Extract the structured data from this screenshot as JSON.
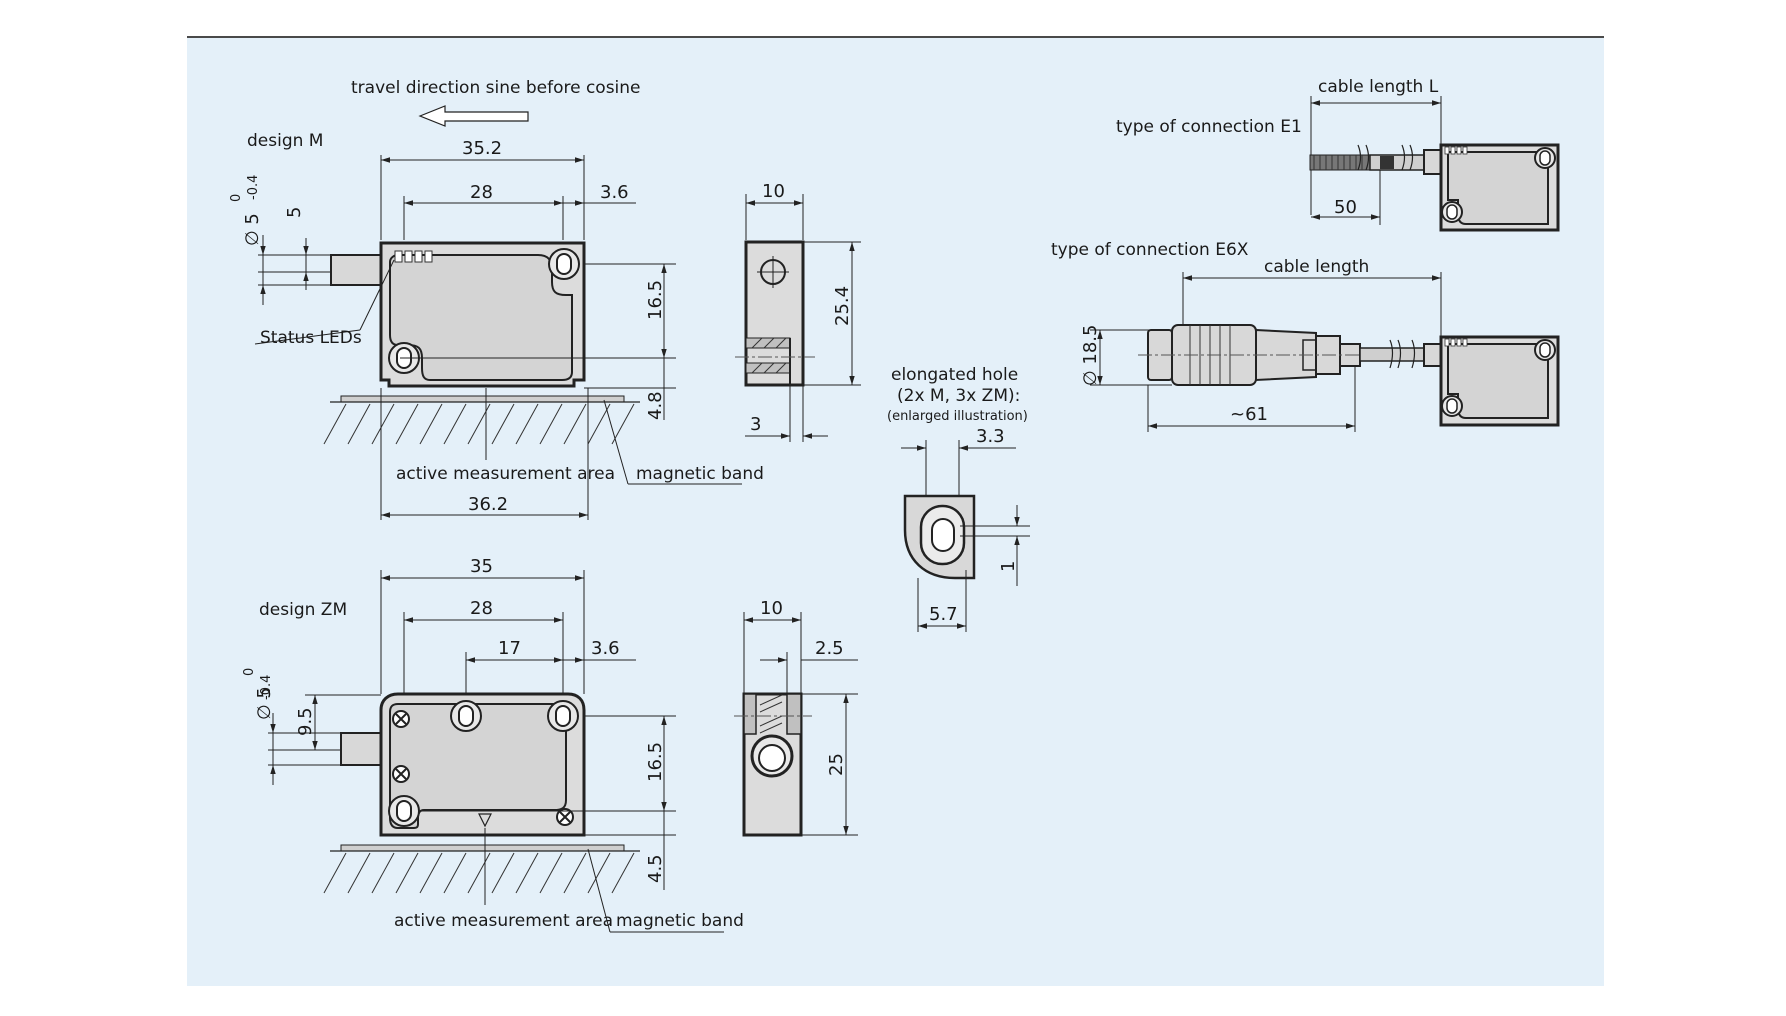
{
  "travel_direction": "travel direction sine before cosine",
  "design_m": {
    "title": "design M",
    "dim_width": "35.2",
    "dim_hole_spacing": "28",
    "dim_hole_offset": "3.6",
    "dim_cable_offset": "5",
    "dim_cable_diameter": "∅ 5",
    "tol_upper": "0",
    "tol_lower": "-0.4",
    "dim_hole_height": "16.5",
    "dim_gap": "4.8",
    "dim_base": "36.2",
    "status_leds": "Status LEDs",
    "active_area": "active measurement area",
    "magnetic_band": "magnetic band",
    "side_width": "10",
    "side_height": "25.4",
    "side_offset": "3"
  },
  "elongated_hole": {
    "title": "elongated hole",
    "subtitle": "(2x M, 3x ZM):",
    "note": "(enlarged illustration)",
    "dim_width": "3.3",
    "dim_slot": "1",
    "dim_length": "5.7"
  },
  "design_zm": {
    "title": "design ZM",
    "dim_width": "35",
    "dim_hole_spacing": "28",
    "dim_mid": "17",
    "dim_hole_offset": "3.6",
    "dim_cable_offset": "9.5",
    "dim_cable_diameter": "∅ 5",
    "tol_upper": "0",
    "tol_lower": "-0.4",
    "dim_hole_height": "16.5",
    "dim_gap": "4.5",
    "active_area": "active measurement area",
    "magnetic_band": "magnetic band",
    "side_width": "10",
    "side_offset": "2.5",
    "side_height": "25"
  },
  "connection_e1": {
    "title": "type of connection E1",
    "cable_length": "cable length L",
    "dim_stripped": "50"
  },
  "connection_e6x": {
    "title": "type of connection E6X",
    "cable_length": "cable length",
    "dim_diameter": "∅ 18.5",
    "dim_length": "~61"
  }
}
